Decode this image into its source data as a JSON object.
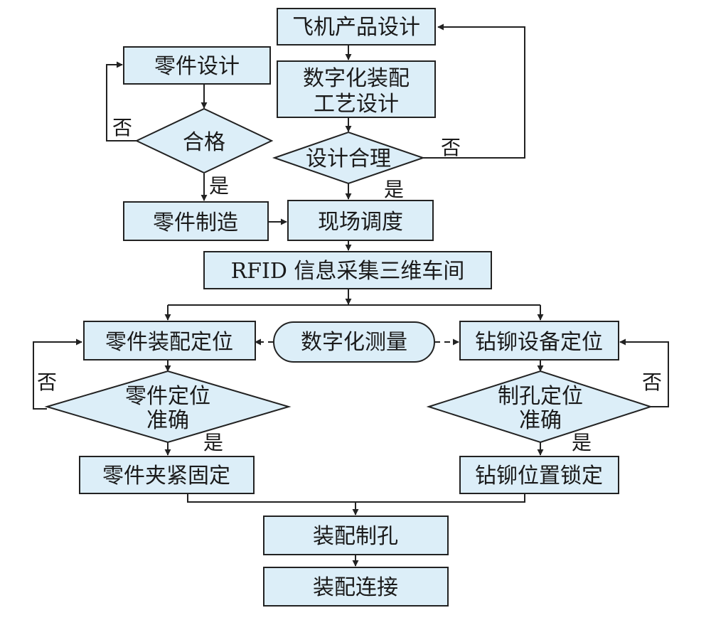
{
  "nodes": {
    "aircraft_design": "飞机产品设计",
    "digital_assembly_line1": "数字化装配",
    "digital_assembly_line2": "工艺设计",
    "design_reasonable": "设计合理",
    "part_design": "零件设计",
    "qualified": "合格",
    "part_manufacture": "零件制造",
    "onsite_dispatch": "现场调度",
    "rfid": "RFID 信息采集三维车间",
    "digital_measurement": "数字化测量",
    "part_assembly_positioning": "零件装配定位",
    "drill_rivet_positioning": "钻铆设备定位",
    "part_position_accurate_line1": "零件定位",
    "part_position_accurate_line2": "准确",
    "hole_position_accurate_line1": "制孔定位",
    "hole_position_accurate_line2": "准确",
    "part_clamp_fix": "零件夹紧固定",
    "drill_rivet_lock": "钻铆位置锁定",
    "assembly_drilling": "装配制孔",
    "assembly_joining": "装配连接"
  },
  "labels": {
    "yes": "是",
    "no": "否"
  },
  "colors": {
    "box_fill": "#dceef8",
    "stroke": "#222222"
  }
}
